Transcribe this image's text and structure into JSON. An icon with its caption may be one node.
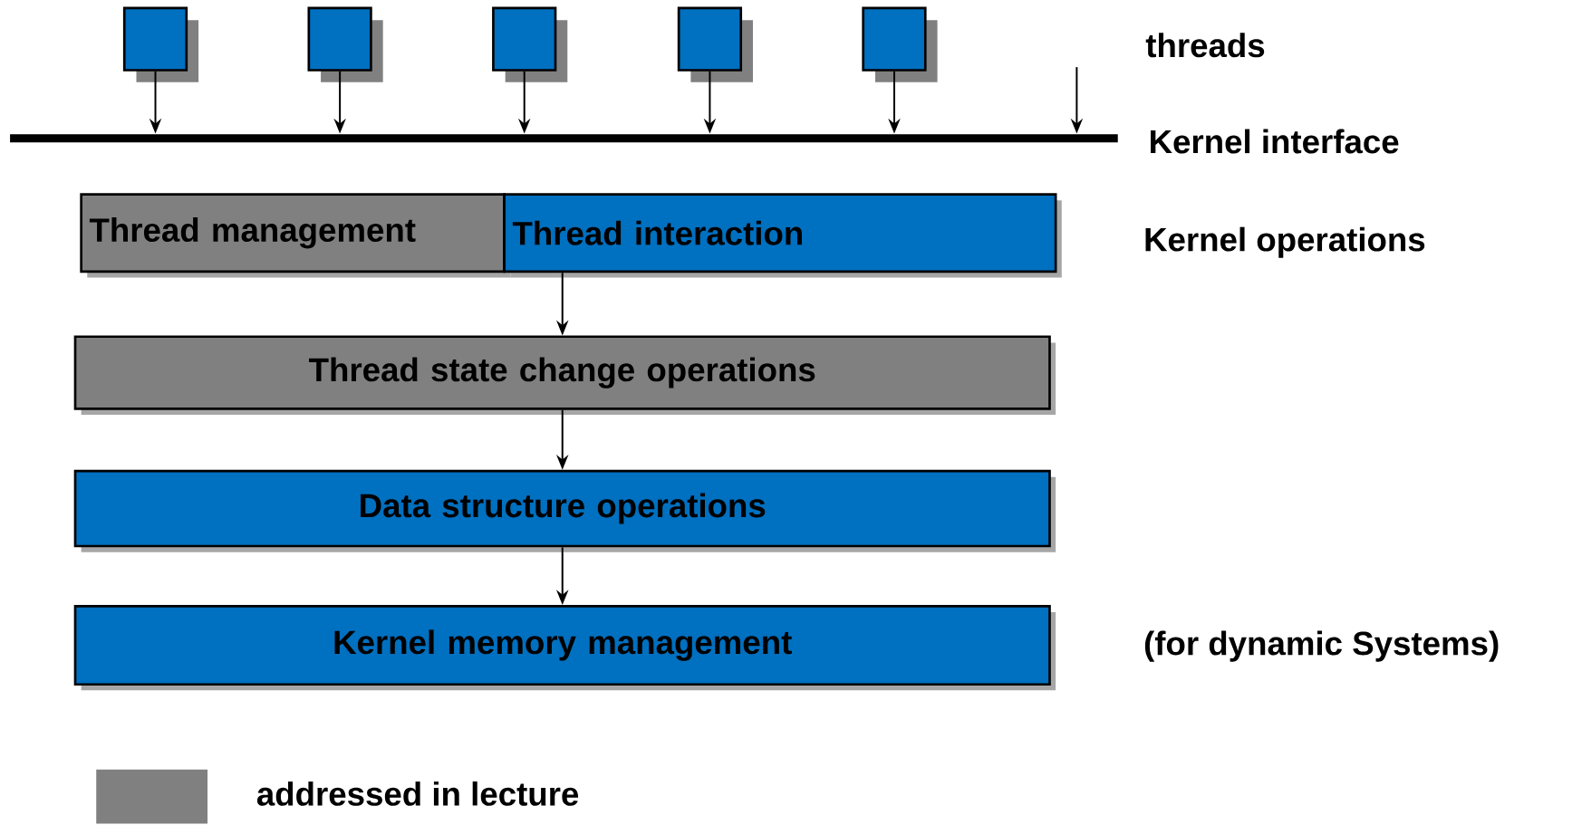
{
  "diagram": {
    "nodes": [
      {
        "text": [],
        "shape": "box"
      },
      {
        "text": [],
        "shape": "box"
      },
      {
        "text": [],
        "shape": "box"
      },
      {
        "text": [],
        "shape": "box"
      },
      {
        "text": [],
        "shape": "box"
      },
      {
        "text": [],
        "shape": "bar",
        "beside": [
          "Kernel interface"
        ]
      },
      {
        "text": [
          "Thread management"
        ]
      },
      {
        "text": [
          "Thread interaction"
        ]
      },
      {
        "text": [
          "Thread state change operations"
        ]
      },
      {
        "text": [
          "Data structure operations"
        ]
      },
      {
        "text": [
          "Kernel memory management"
        ]
      }
    ],
    "edges": [
      {
        "from": 0,
        "to": 5,
        "arrow": "to"
      },
      {
        "from": 1,
        "to": 5,
        "arrow": "to"
      },
      {
        "from": 2,
        "to": 5,
        "arrow": "to"
      },
      {
        "from": 3,
        "to": 5,
        "arrow": "to"
      },
      {
        "from": 4,
        "to": 5,
        "arrow": "to"
      },
      {
        "from": null,
        "to": 5,
        "arrow": "to"
      },
      {
        "from": 7,
        "to": 8,
        "arrow": "to"
      },
      {
        "from": 8,
        "to": 9,
        "arrow": "to"
      },
      {
        "from": 9,
        "to": 10,
        "arrow": "to"
      }
    ],
    "labels": [
      "threads",
      "Kernel operations",
      "(for dynamic Systems)"
    ],
    "legend": [
      {
        "text": "addressed in lecture",
        "color": "#808080"
      }
    ]
  }
}
